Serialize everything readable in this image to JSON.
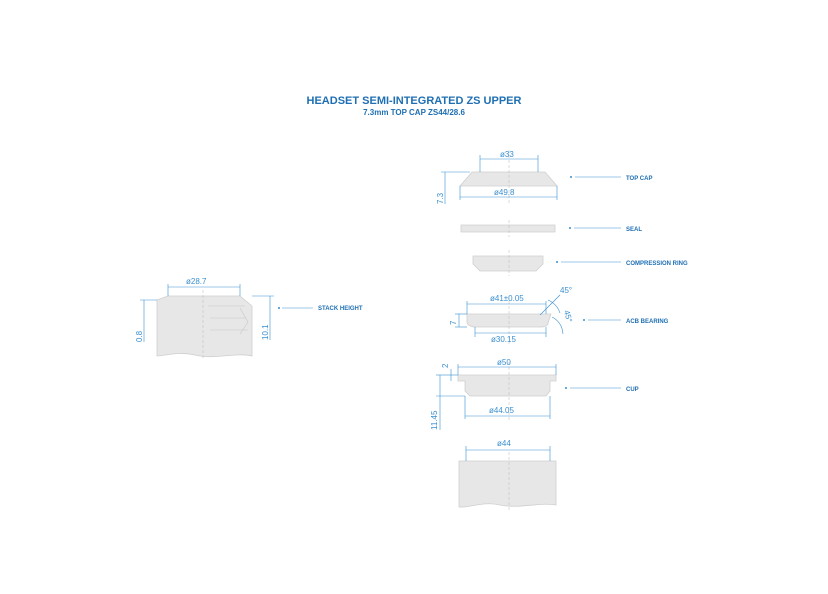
{
  "title": "HEADSET SEMI-INTEGRATED ZS UPPER",
  "subtitle": "7.3mm TOP CAP ZS44/28.6",
  "colors": {
    "accent": "#1e6fb3",
    "dimension": "#3a8fd0",
    "part_fill": "#e7e7e7"
  },
  "assembly": {
    "diameter": "ø28.7",
    "height_left": "0.8",
    "height_right": "10.1",
    "label": "STACK HEIGHT"
  },
  "top_cap": {
    "d_top": "ø33",
    "d_bottom": "ø49.8",
    "height": "7.3",
    "label": "TOP CAP"
  },
  "seal": {
    "label": "SEAL"
  },
  "compression_ring": {
    "label": "COMPRESSION RING"
  },
  "bearing": {
    "d_outer": "ø41±0.05",
    "d_inner": "ø30.15",
    "height": "7",
    "angle_top": "45°",
    "angle_side": "45°",
    "label": "ACB BEARING"
  },
  "cup": {
    "d_top": "ø50",
    "d_bottom": "ø44.05",
    "height_top": "2",
    "height_total": "11.45",
    "label": "CUP"
  },
  "head_tube": {
    "diameter": "ø44"
  }
}
